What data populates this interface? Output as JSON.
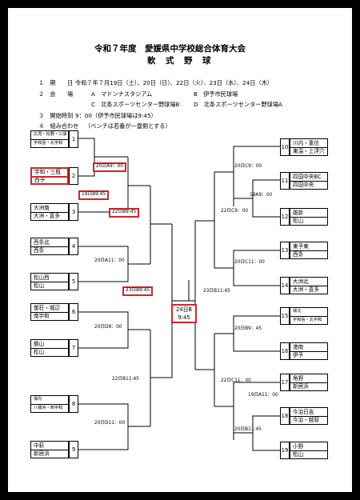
{
  "title": {
    "line1": "令和７年度　愛媛県中学校総合体育大会",
    "line2": "軟　式　野　球"
  },
  "info": {
    "period_label": "１　期　　日",
    "period_value": "令和７年７月19日（土）、20日（日）、22日（火）、23日（水）、24日（木）",
    "venue_label": "２　会　　場",
    "venue_A": "A　マドンナスタジアム",
    "venue_B": "B　伊予市民球場",
    "venue_C": "C　北条スポーツセンター野球場B",
    "venue_D": "D　北条スポーツセンター野球場A",
    "start_label": "３　開始時刻",
    "start_value": "9：00（伊予市民球場は9:45）",
    "draw_label": "４　組み合わせ",
    "draw_note": "（ベンチは若番が一塁側とする）"
  },
  "left_teams": [
    {
      "num": "1",
      "names": [
        "広見・松野・三間",
        "宇和島・北宇和"
      ],
      "small": true,
      "red": false
    },
    {
      "num": "2",
      "names": [
        "宇和・三瓶",
        "西予"
      ],
      "small": false,
      "red": true
    },
    {
      "num": "3",
      "names": [
        "大洲南",
        "大洲・喜多"
      ],
      "small": false,
      "red": false
    },
    {
      "num": "4",
      "names": [
        "西条北",
        "西条"
      ],
      "small": false,
      "red": false
    },
    {
      "num": "5",
      "names": [
        "松山西",
        "松山"
      ],
      "small": false,
      "red": false
    },
    {
      "num": "6",
      "names": [
        "御荘・城辺",
        "南宇和"
      ],
      "small": false,
      "red": false
    },
    {
      "num": "7",
      "names": [
        "勝山",
        "松山"
      ],
      "small": false,
      "red": false
    },
    {
      "num": "8",
      "names": [
        "保内",
        "八幡浜・西宇和"
      ],
      "small": true,
      "red": false
    },
    {
      "num": "9",
      "names": [
        "中萩",
        "新居浜"
      ],
      "small": false,
      "red": false
    }
  ],
  "right_teams": [
    {
      "num": "10",
      "names": [
        "川内・重信",
        "東温・上浮穴"
      ],
      "small": false,
      "red": false
    },
    {
      "num": "11",
      "names": [
        "四国中央BC",
        "四国中央"
      ],
      "small": false,
      "red": false
    },
    {
      "num": "12",
      "names": [
        "雄新",
        "松山"
      ],
      "small": false,
      "red": false
    },
    {
      "num": "13",
      "names": [
        "東予東",
        "西条"
      ],
      "small": false,
      "red": false
    },
    {
      "num": "14",
      "names": [
        "大洲北",
        "大洲・喜多"
      ],
      "small": false,
      "red": false
    },
    {
      "num": "15",
      "names": [
        "城北",
        "宇和島・北宇和"
      ],
      "small": true,
      "red": false
    },
    {
      "num": "16",
      "names": [
        "港南",
        "伊予"
      ],
      "small": false,
      "red": false
    },
    {
      "num": "17",
      "names": [
        "角野",
        "新居浜"
      ],
      "small": false,
      "red": false
    },
    {
      "num": "18",
      "names": [
        "今治日吉",
        "今治・越智"
      ],
      "small": false,
      "red": false
    },
    {
      "num": "19",
      "names": [
        "小野",
        "松山"
      ],
      "small": false,
      "red": false
    }
  ],
  "games": {
    "g20A900": "20日A9：00",
    "g19B945": "19日B9:45",
    "g22B945": "22日B9:45",
    "g20A1100": "20日A11：00",
    "g23B945": "23日B9:45",
    "g20D900": "20日D9：00",
    "g22B1145": "22日B11:45",
    "g20D1100": "20日D11：00",
    "g20C900": "20日C9：00",
    "g19A900": "19A9：00",
    "g22C900": "22日C9：00",
    "g20C1100": "20日C11：00",
    "g23B1145": "23日B11:45",
    "g20B945": "20日B9：45",
    "g22C1100": "22日C11：00",
    "g19B1100": "19日A11：00",
    "g20B1145": "20日B11:45"
  },
  "final": {
    "line1": "24日B",
    "line2": "9:45"
  }
}
